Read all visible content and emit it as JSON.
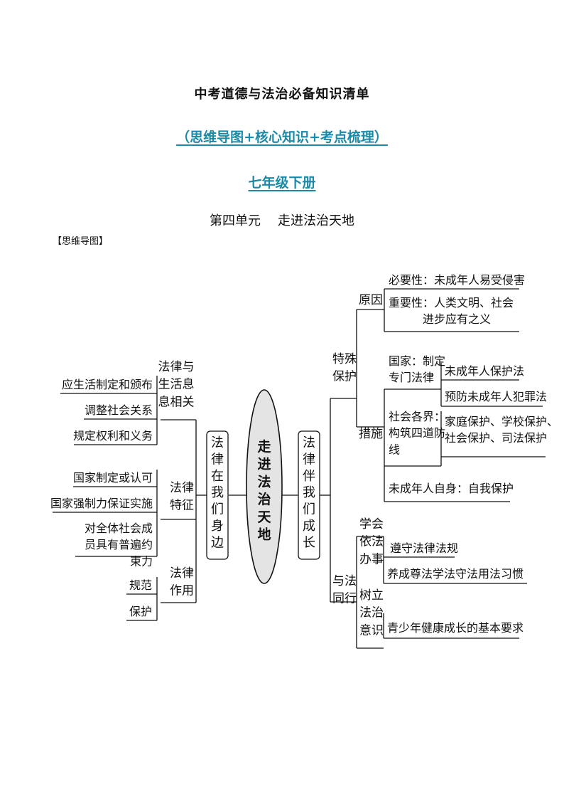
{
  "header": {
    "title": "中考道德与法治必备知识清单",
    "subtitle": "（思维导图+核心知识+考点梳理）",
    "grade": "七年级下册",
    "unit_number": "第四单元",
    "unit_name": "走进法治天地",
    "section_label": "【思维导图】"
  },
  "mindmap": {
    "center": "走进法治天地",
    "left": {
      "title": "法律在我们身边",
      "branches": [
        {
          "label": "法律与生活息息相关",
          "items": [
            "应生活制定和颁布",
            "调整社会关系",
            "规定权利和义务"
          ]
        },
        {
          "label": "法律特征",
          "items": [
            "国家制定或认可",
            "国家强制力保证实施",
            "对全体社会成员具有普遍约束力"
          ]
        },
        {
          "label": "法律作用",
          "items": [
            "规范",
            "保护"
          ]
        }
      ]
    },
    "right": {
      "title": "法律伴我们成长",
      "special_protection": {
        "label": "特殊保护",
        "reason": {
          "label": "原因",
          "items": [
            "必要性：未成年人易受侵害",
            "重要性：人类文明、社会进步应有之义"
          ]
        },
        "measures": {
          "label": "措施",
          "state": {
            "label": "国家：制定专门法律",
            "items": [
              "未成年人保护法",
              "预防未成年人犯罪法"
            ]
          },
          "society": {
            "label": "社会各界：构筑四道防线",
            "items": [
              "家庭保护、学校保护、社会保护、司法保护"
            ]
          },
          "self": "未成年人自身：自我保护"
        }
      },
      "with_law": {
        "label": "与法同行",
        "learn": {
          "label": "学会依法办事",
          "items": [
            "遵守法律法规",
            "养成尊法学法守法用法习惯"
          ]
        },
        "establish": {
          "label": "树立法治意识",
          "items": [
            "青少年健康成长的基本要求"
          ]
        }
      }
    }
  }
}
